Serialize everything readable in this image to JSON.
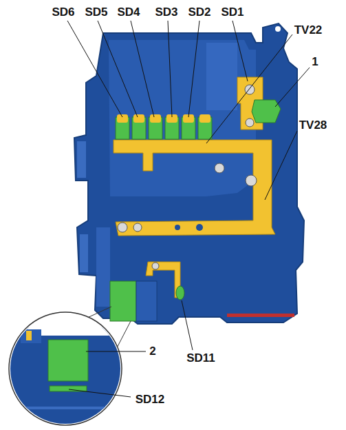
{
  "diagram": {
    "labels": [
      "SD6",
      "SD5",
      "SD4",
      "SD3",
      "SD2",
      "SD1",
      "TV22",
      "1",
      "TV28",
      "SD11",
      "2",
      "SD12"
    ]
  }
}
